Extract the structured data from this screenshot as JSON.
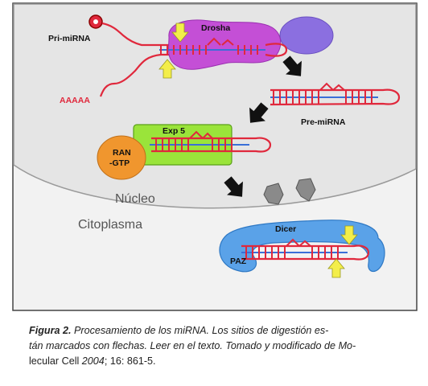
{
  "figure": {
    "labels": {
      "pri_mirna": "Pri-miRNA",
      "drosha": "Drosha",
      "pre_mirna": "Pre-miRNA",
      "aaaaa": "AAAAA",
      "exp5": "Exp 5",
      "ran_line1": "RAN",
      "ran_line2": "-GTP",
      "nucleo": "Núcleo",
      "citoplasma": "Citoplasma",
      "dicer": "Dicer",
      "paz": "PAZ"
    },
    "colors": {
      "nucleus_fill": "#e5e5e5",
      "cytoplasm_fill": "#f2f2f2",
      "rna_red": "#e0283c",
      "stem_blue": "#3a6fd8",
      "drosha_purple": "#c44fd6",
      "dgcr8_purple": "#8b6fe0",
      "exp5_green": "#9ae43a",
      "ran_orange": "#f0962e",
      "dicer_blue": "#5aa2e8",
      "cut_arrow_yellow": "#f3ee4a",
      "pore_gray": "#8a8a8a",
      "step_arrow": "#111111"
    },
    "icons": [
      "cap-icon",
      "cut-arrow-icon",
      "step-arrow-icon",
      "nuclear-pore-icon"
    ]
  },
  "caption": {
    "fig_label": "Figura 2.",
    "line1_rest": " Procesamiento de los miRNA. Los sitios de digestión es-",
    "line2": "tán marcados con flechas. Leer en el texto. Tomado y modificado de Mo-",
    "line3_start": "lecular Cell ",
    "line3_year": "2004",
    "line3_rest": "; 16: 861-5."
  }
}
